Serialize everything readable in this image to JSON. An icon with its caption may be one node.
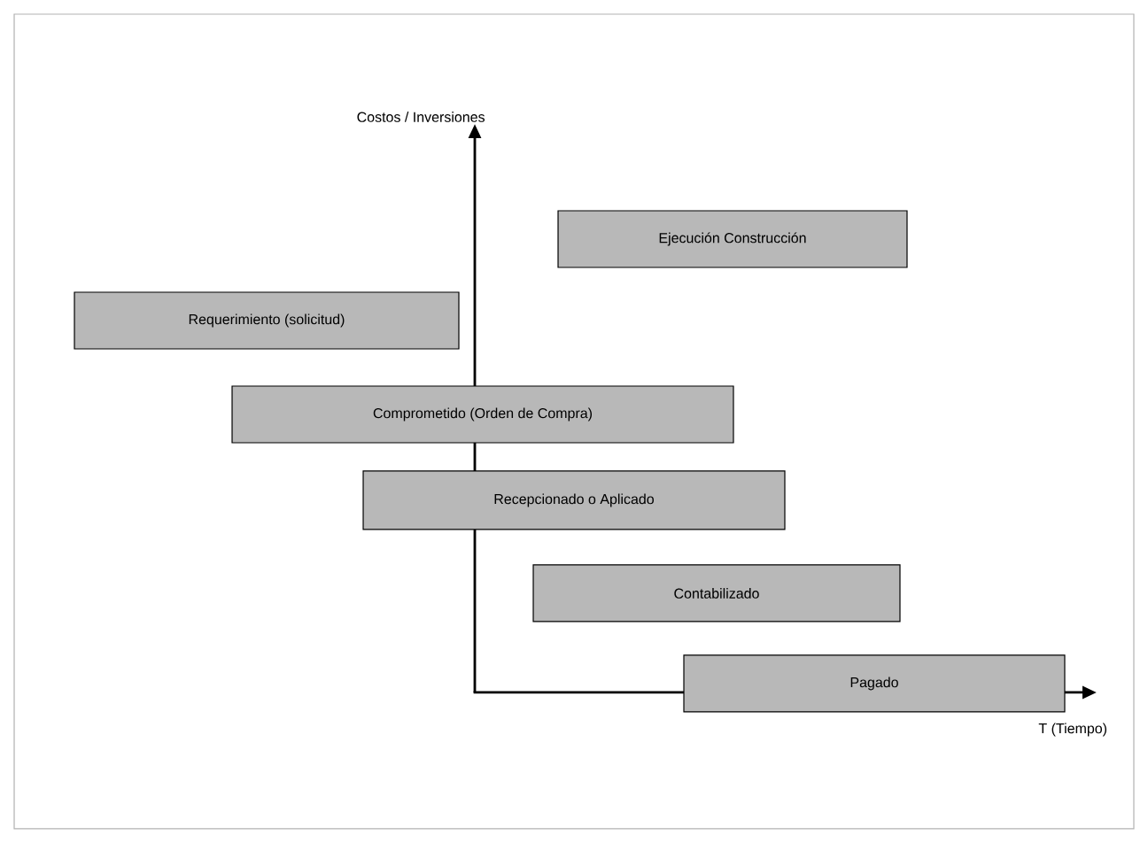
{
  "diagram": {
    "nodes": [
      {
        "text": [
          "Ejecución Construcción"
        ]
      },
      {
        "text": [
          "Requerimiento (solicitud)"
        ]
      },
      {
        "text": [
          "Comprometido (Orden de Compra)"
        ]
      },
      {
        "text": [
          "Recepcionado o Aplicado"
        ]
      },
      {
        "text": [
          "Contabilizado"
        ]
      },
      {
        "text": [
          "Pagado"
        ]
      }
    ],
    "labels": [
      "Costos / Inversiones",
      "T (Tiempo)"
    ]
  }
}
